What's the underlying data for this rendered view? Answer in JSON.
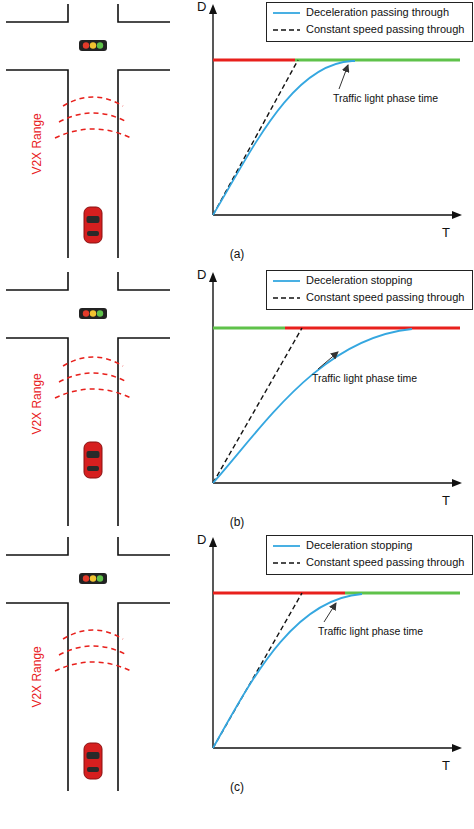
{
  "diagram": {
    "labels": [
      "V2X Range",
      "D",
      "T",
      "Traffic light phase time",
      "(a)",
      "V2X Range",
      "D",
      "T",
      "Traffic light phase time",
      "(b)",
      "V2X Range",
      "D",
      "T",
      "Traffic light phase time",
      "(c)"
    ],
    "legend": [
      {
        "text": "Deceleration passing through"
      },
      {
        "text": "Constant speed passing through"
      },
      {
        "text": "Deceleration stopping"
      },
      {
        "text": "Constant speed passing through"
      },
      {
        "text": "Deceleration stopping"
      },
      {
        "text": "Constant speed passing through"
      }
    ]
  }
}
